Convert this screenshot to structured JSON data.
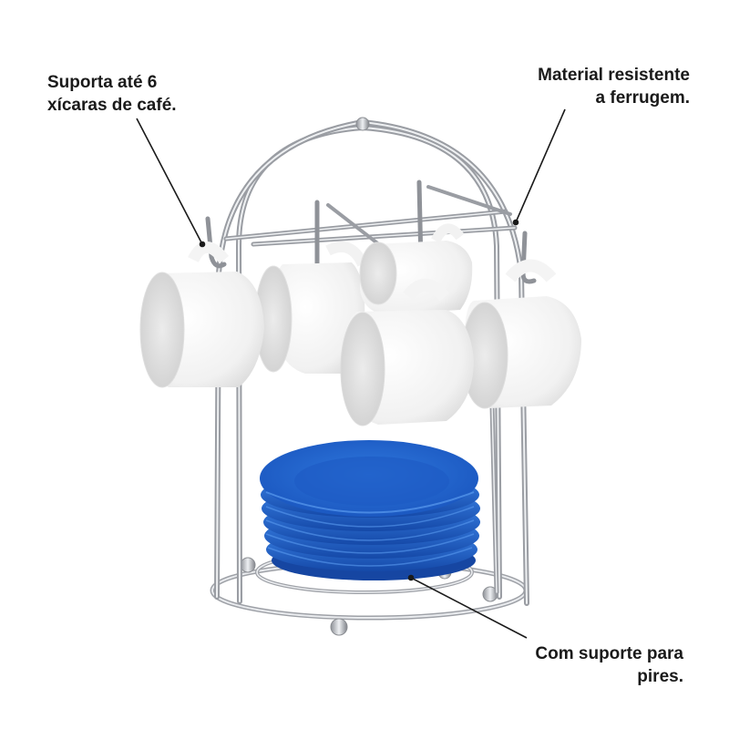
{
  "callouts": {
    "cups_capacity": {
      "line1": "Suporta até 6",
      "line2": "xícaras de café."
    },
    "material": {
      "line1": "Material resistente",
      "line2": "a ferrugem."
    },
    "saucer_holder": {
      "line1": "Com suporte para",
      "line2": "pires."
    }
  },
  "colors": {
    "background": "#ffffff",
    "cup": "#f4f4f4",
    "saucer": "#1f62c7",
    "chrome": "#b9bcc2",
    "text": "#1a1a1a"
  },
  "product": {
    "cups": 6,
    "saucers": 6
  }
}
